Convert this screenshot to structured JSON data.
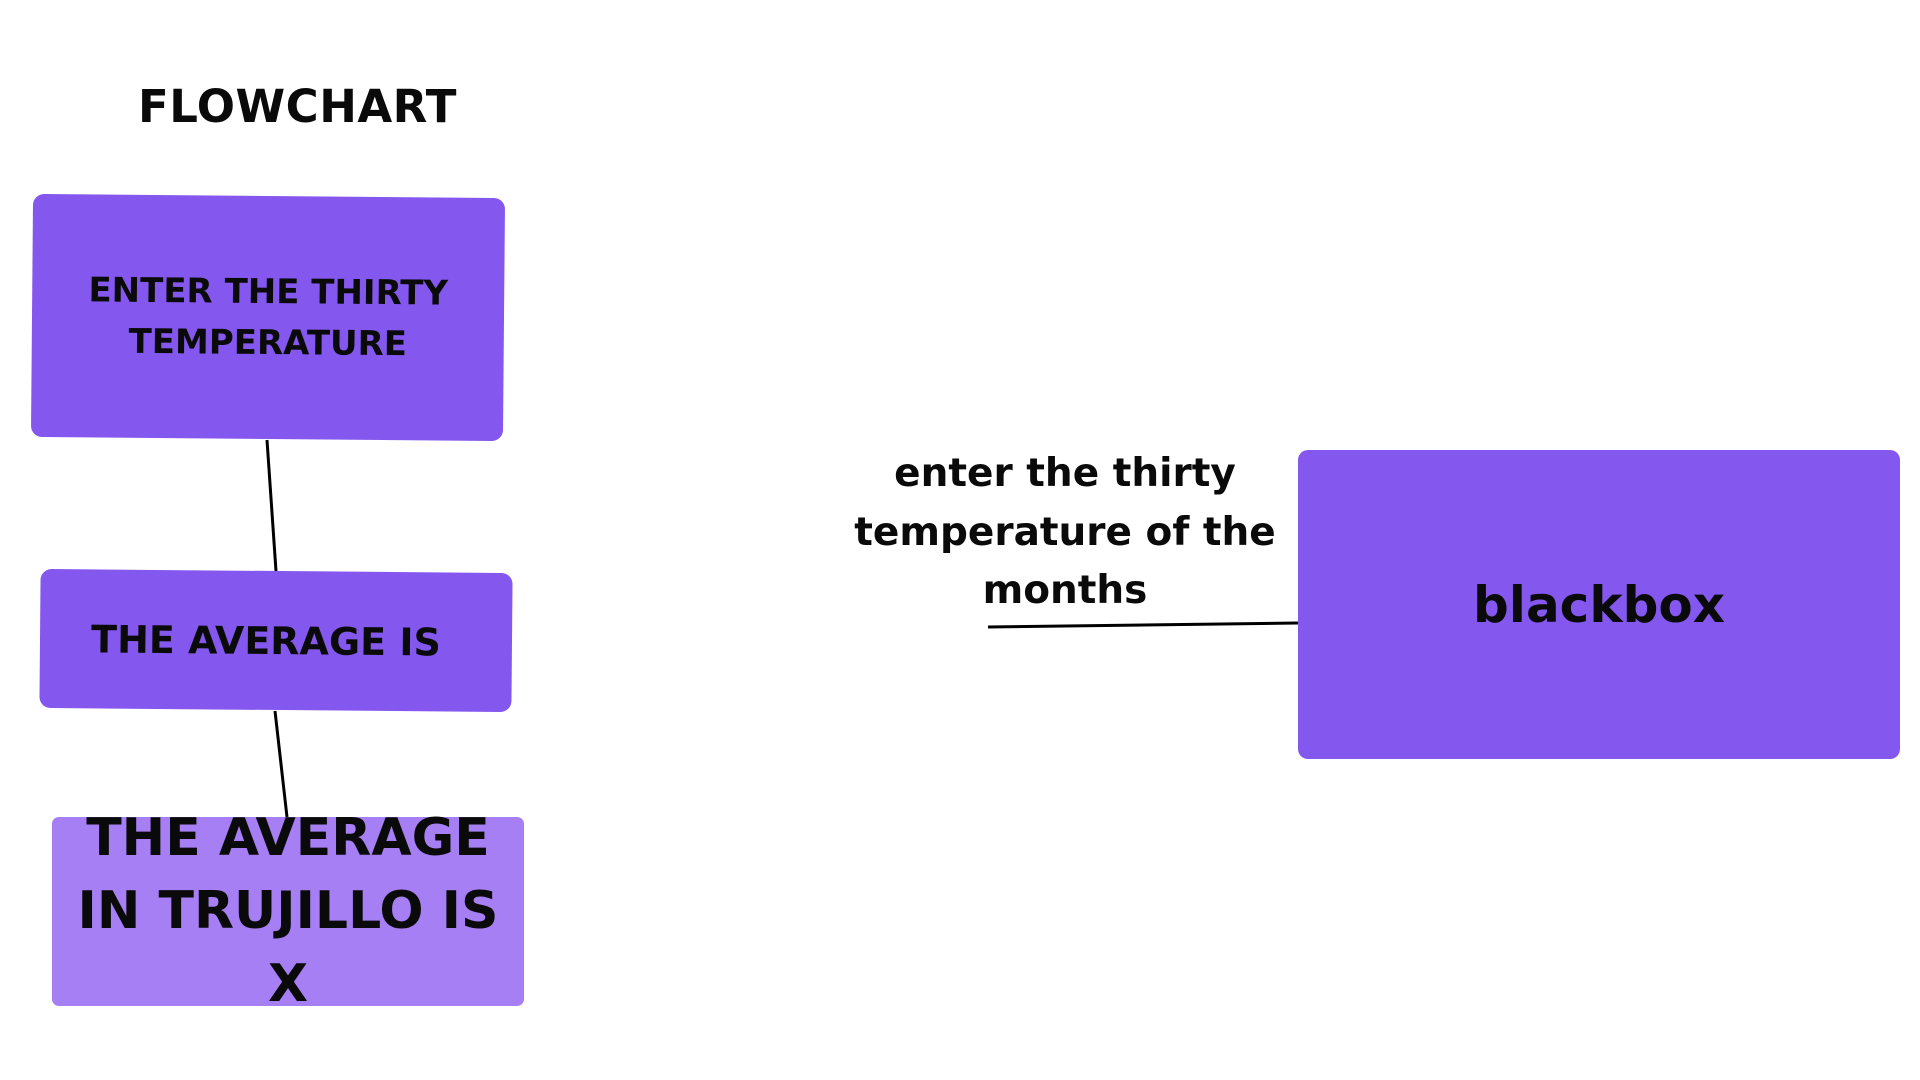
{
  "title": "FLOWCHART",
  "nodes": {
    "enter": "ENTER THE THIRTY TEMPERATURE",
    "average": "THE AVERAGE IS",
    "result": "THE AVERAGE IN TRUJILLO IS X",
    "blackbox": "blackbox"
  },
  "input_label": "enter the thirty temperature of the months",
  "colors": {
    "node_primary": "#8458ee",
    "node_light": "#a67ff4",
    "text": "#0a0a0a",
    "connector": "#000000"
  }
}
